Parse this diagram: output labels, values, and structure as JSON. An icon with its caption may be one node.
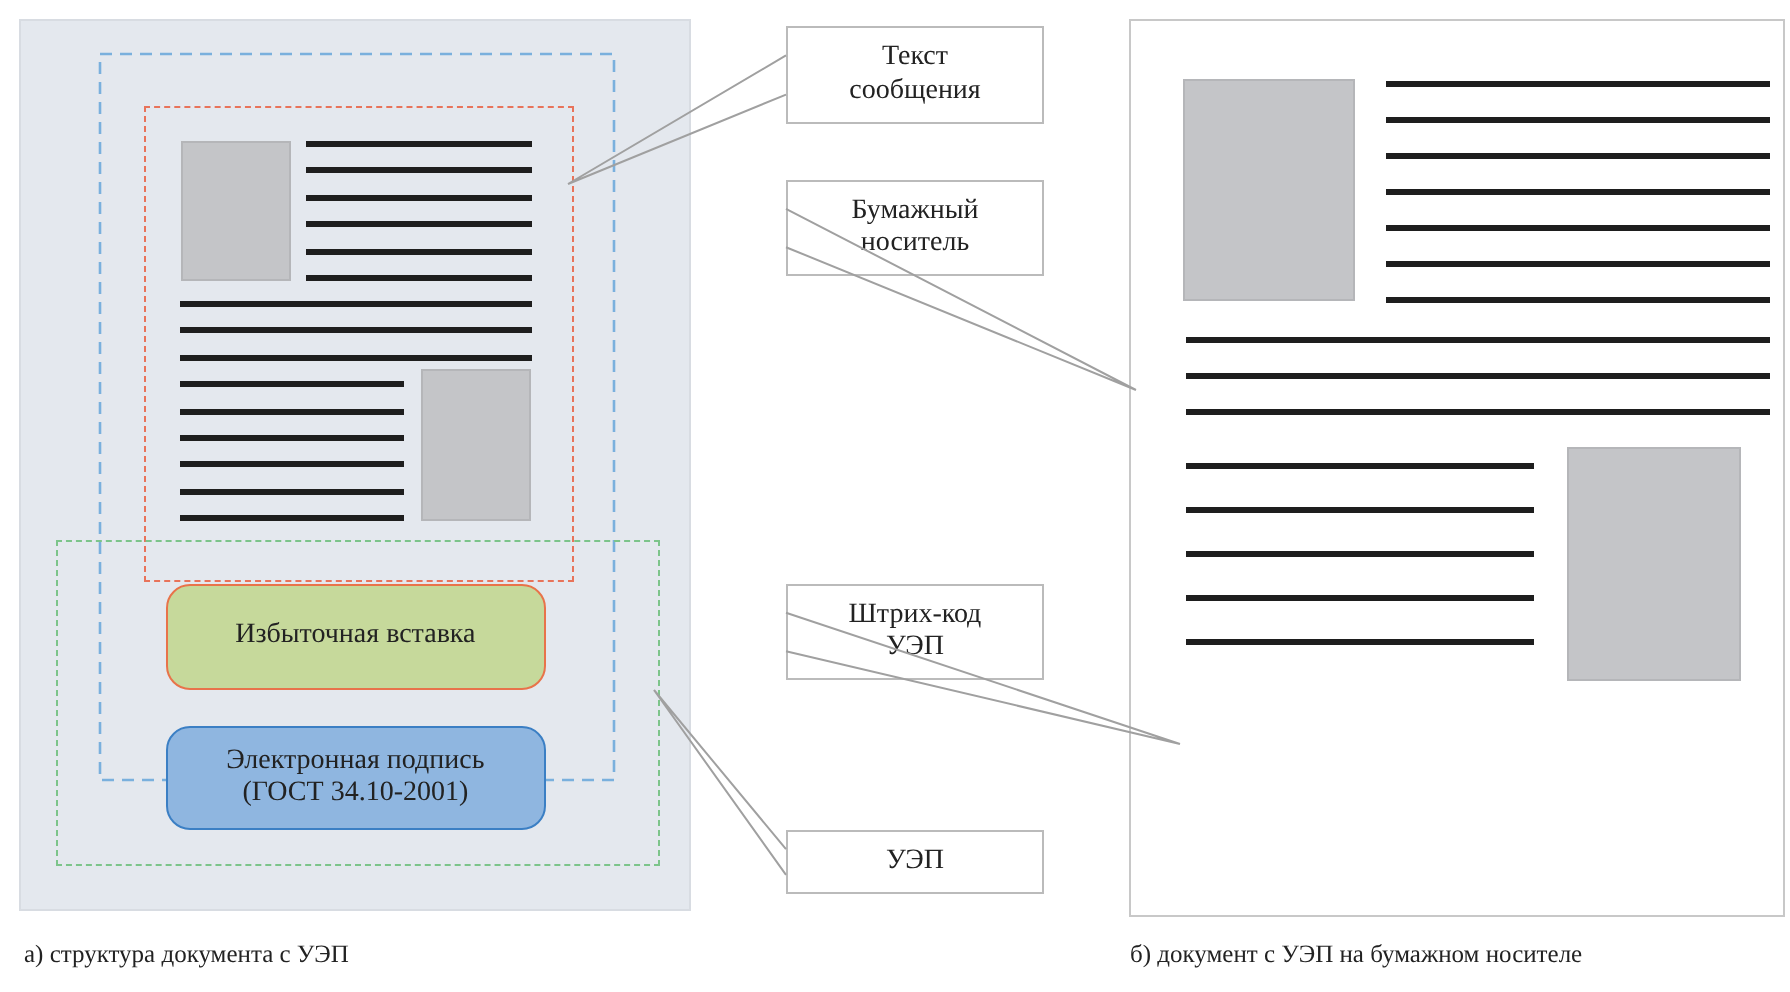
{
  "diagram": {
    "nodes": [
      {
        "text": [],
        "shape": "box"
      },
      {
        "text": [],
        "shape": "box"
      },
      {
        "text": [
          "Избыточная вставка"
        ],
        "in": 1
      },
      {
        "text": [
          "Электронная подпись (ГОСТ 34.10-2001)"
        ],
        "in": 1
      },
      {
        "text": [
          "Текст сообщения"
        ]
      },
      {
        "text": [
          "Бумажный носитель"
        ]
      },
      {
        "text": [
          "Штрих-код УЭП"
        ]
      },
      {
        "text": [
          "УЭП"
        ]
      },
      {
        "text": [],
        "shape": "box"
      }
    ],
    "edges": [
      {
        "from": 4,
        "to": 0,
        "arrow": "none"
      },
      {
        "from": 5,
        "to": 8,
        "arrow": "none"
      },
      {
        "from": 6,
        "to": null,
        "arrow": "none"
      },
      {
        "from": 7,
        "to": 1,
        "arrow": "none"
      }
    ],
    "labels": [
      "а) структура документа с УЭП",
      "б) документ с УЭП на бумажном носителе"
    ]
  }
}
